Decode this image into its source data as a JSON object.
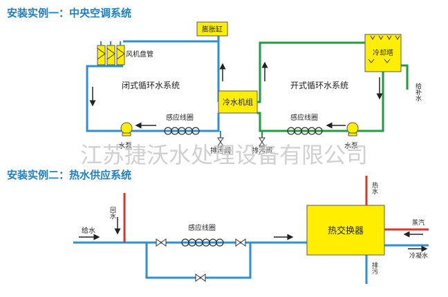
{
  "example1": {
    "title": "安装实例一：中央空调系统",
    "expansion_tank": "膨胀缸",
    "fan_coil": "风机盘管",
    "closed_loop": "闭式循环水系统",
    "open_loop": "开式循环水系统",
    "chiller": "冷水机组",
    "cooling_tower": "冷却塔",
    "makeup_water": "给补水",
    "coil_left": "感应线圈",
    "coil_right": "感应线圈",
    "pump_left": "水泵",
    "pump_right": "水泵",
    "drain_left": "排污阀",
    "drain_right": "排污阀"
  },
  "watermark": "江苏捷沃水处理设备有限公司",
  "example2": {
    "title": "安装实例二：热水供应系统",
    "return_water": "回水",
    "feed_water": "给水",
    "coil": "感应线圈",
    "heat_exchanger": "热交换器",
    "hot_water": "热水",
    "steam": "蒸汽",
    "condensate": "冷凝水",
    "drain_bottom": "排污"
  },
  "colors": {
    "blue_pipe": "#2b8fd6",
    "green_pipe": "#1e9e3a",
    "red_pipe": "#e3322b",
    "yellow_box": "#ffee00",
    "title_blue": "#1c7fc8",
    "watermark_gray": "#c8c8c8"
  }
}
